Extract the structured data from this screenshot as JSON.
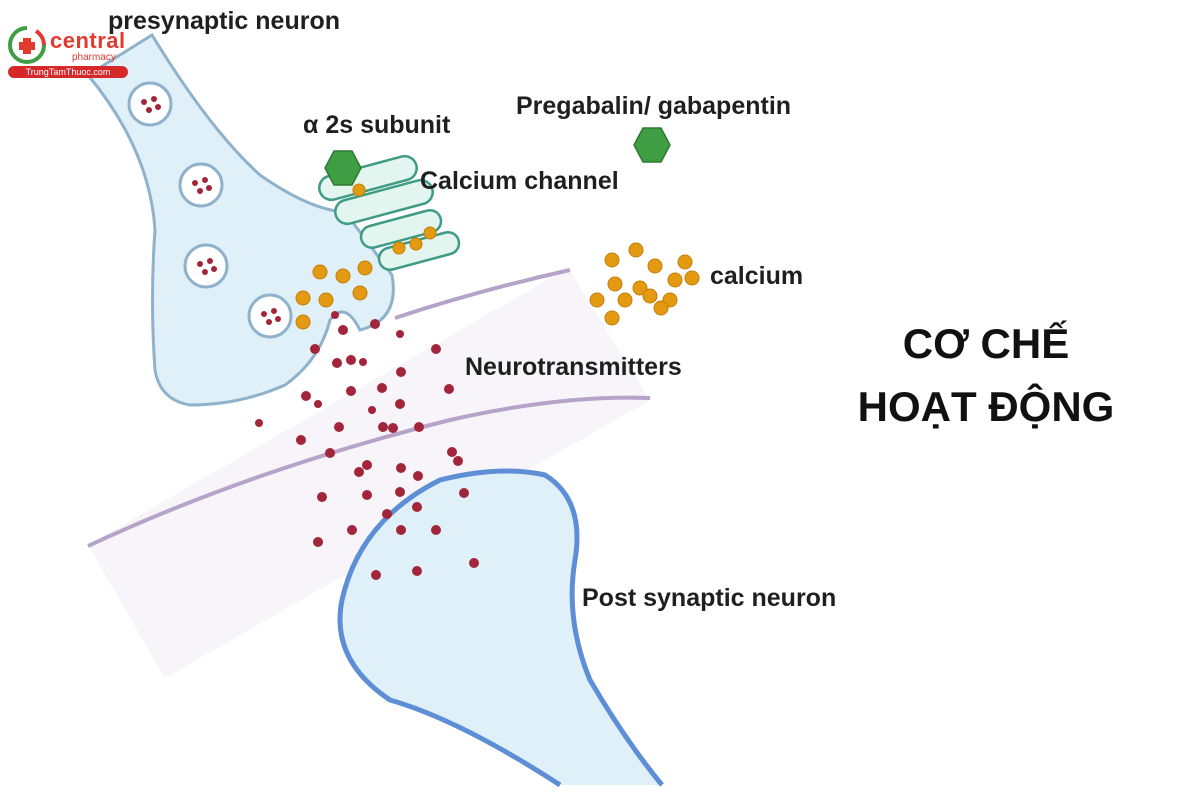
{
  "logo": {
    "word": "central",
    "sub": "pharmacy",
    "url": "TrungTamThuoc.com",
    "icon": "cross-circle-icon",
    "color": "#e23a2e"
  },
  "labels": {
    "presynaptic": "presynaptic neuron",
    "alpha_subunit": "α 2s subunit",
    "pregabalin": "Pregabalin/ gabapentin",
    "calcium_channel": "Calcium channel",
    "calcium": "calcium",
    "neurotransmitters": "Neurotransmitters",
    "post_synaptic": "Post synaptic neuron"
  },
  "title": {
    "line1": "CƠ CHẾ",
    "line2": "HOẠT ĐỘNG"
  },
  "colors": {
    "neuron_fill": "#dff0f9",
    "neuron_stroke": "#8fb2cc",
    "post_stroke": "#5e8fd6",
    "channel_fill": "#e2f6ef",
    "channel_stroke": "#3f9b85",
    "drug": "#3f9e43",
    "calcium": "#e39a12",
    "neurotransmitter": "#a2253a",
    "membrane": "#b6a3c9"
  }
}
